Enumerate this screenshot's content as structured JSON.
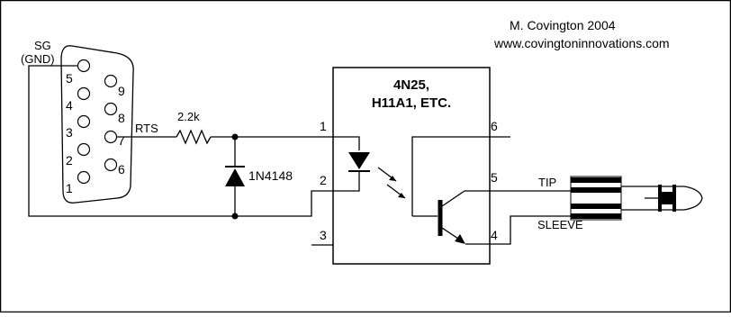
{
  "credit": {
    "author": "M. Covington 2004",
    "url": "www.covingtoninnovations.com"
  },
  "connector": {
    "sg_label": "SG",
    "gnd_label": "(GND)",
    "pins_left": [
      "5",
      "4",
      "3",
      "2",
      "1"
    ],
    "pins_right": [
      "9",
      "8",
      "7",
      "6"
    ],
    "rts_label": "RTS"
  },
  "resistor": {
    "value": "2.2k"
  },
  "diode": {
    "part": "1N4148"
  },
  "optocoupler": {
    "line1": "4N25,",
    "line2": "H11A1, ETC.",
    "pins": {
      "p1": "1",
      "p2": "2",
      "p3": "3",
      "p4": "4",
      "p5": "5",
      "p6": "6"
    }
  },
  "jack": {
    "tip_label": "TIP",
    "sleeve_label": "SLEEVE"
  }
}
